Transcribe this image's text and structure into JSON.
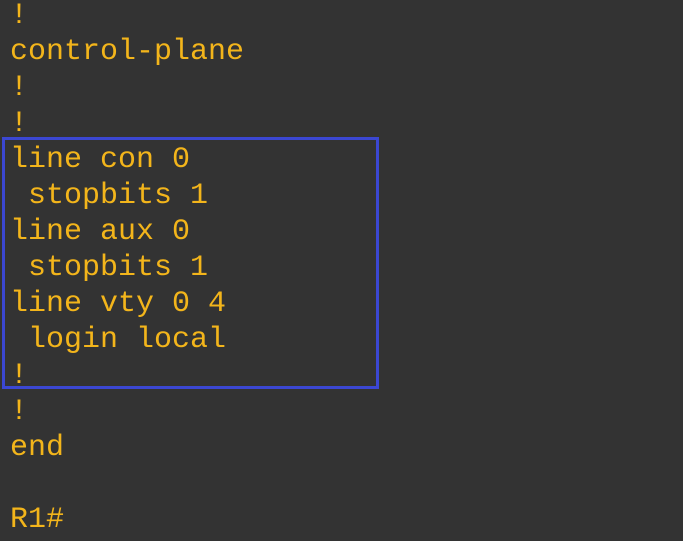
{
  "terminal": {
    "text_color": "#f3b51b",
    "background_color": "#333333",
    "highlight_color": "#3b47d2",
    "lines": [
      "!",
      "control-plane",
      "!",
      "!",
      "line con 0",
      " stopbits 1",
      "line aux 0",
      " stopbits 1",
      "line vty 0 4",
      " login local",
      "!",
      "!",
      "end",
      "",
      "R1#"
    ]
  }
}
